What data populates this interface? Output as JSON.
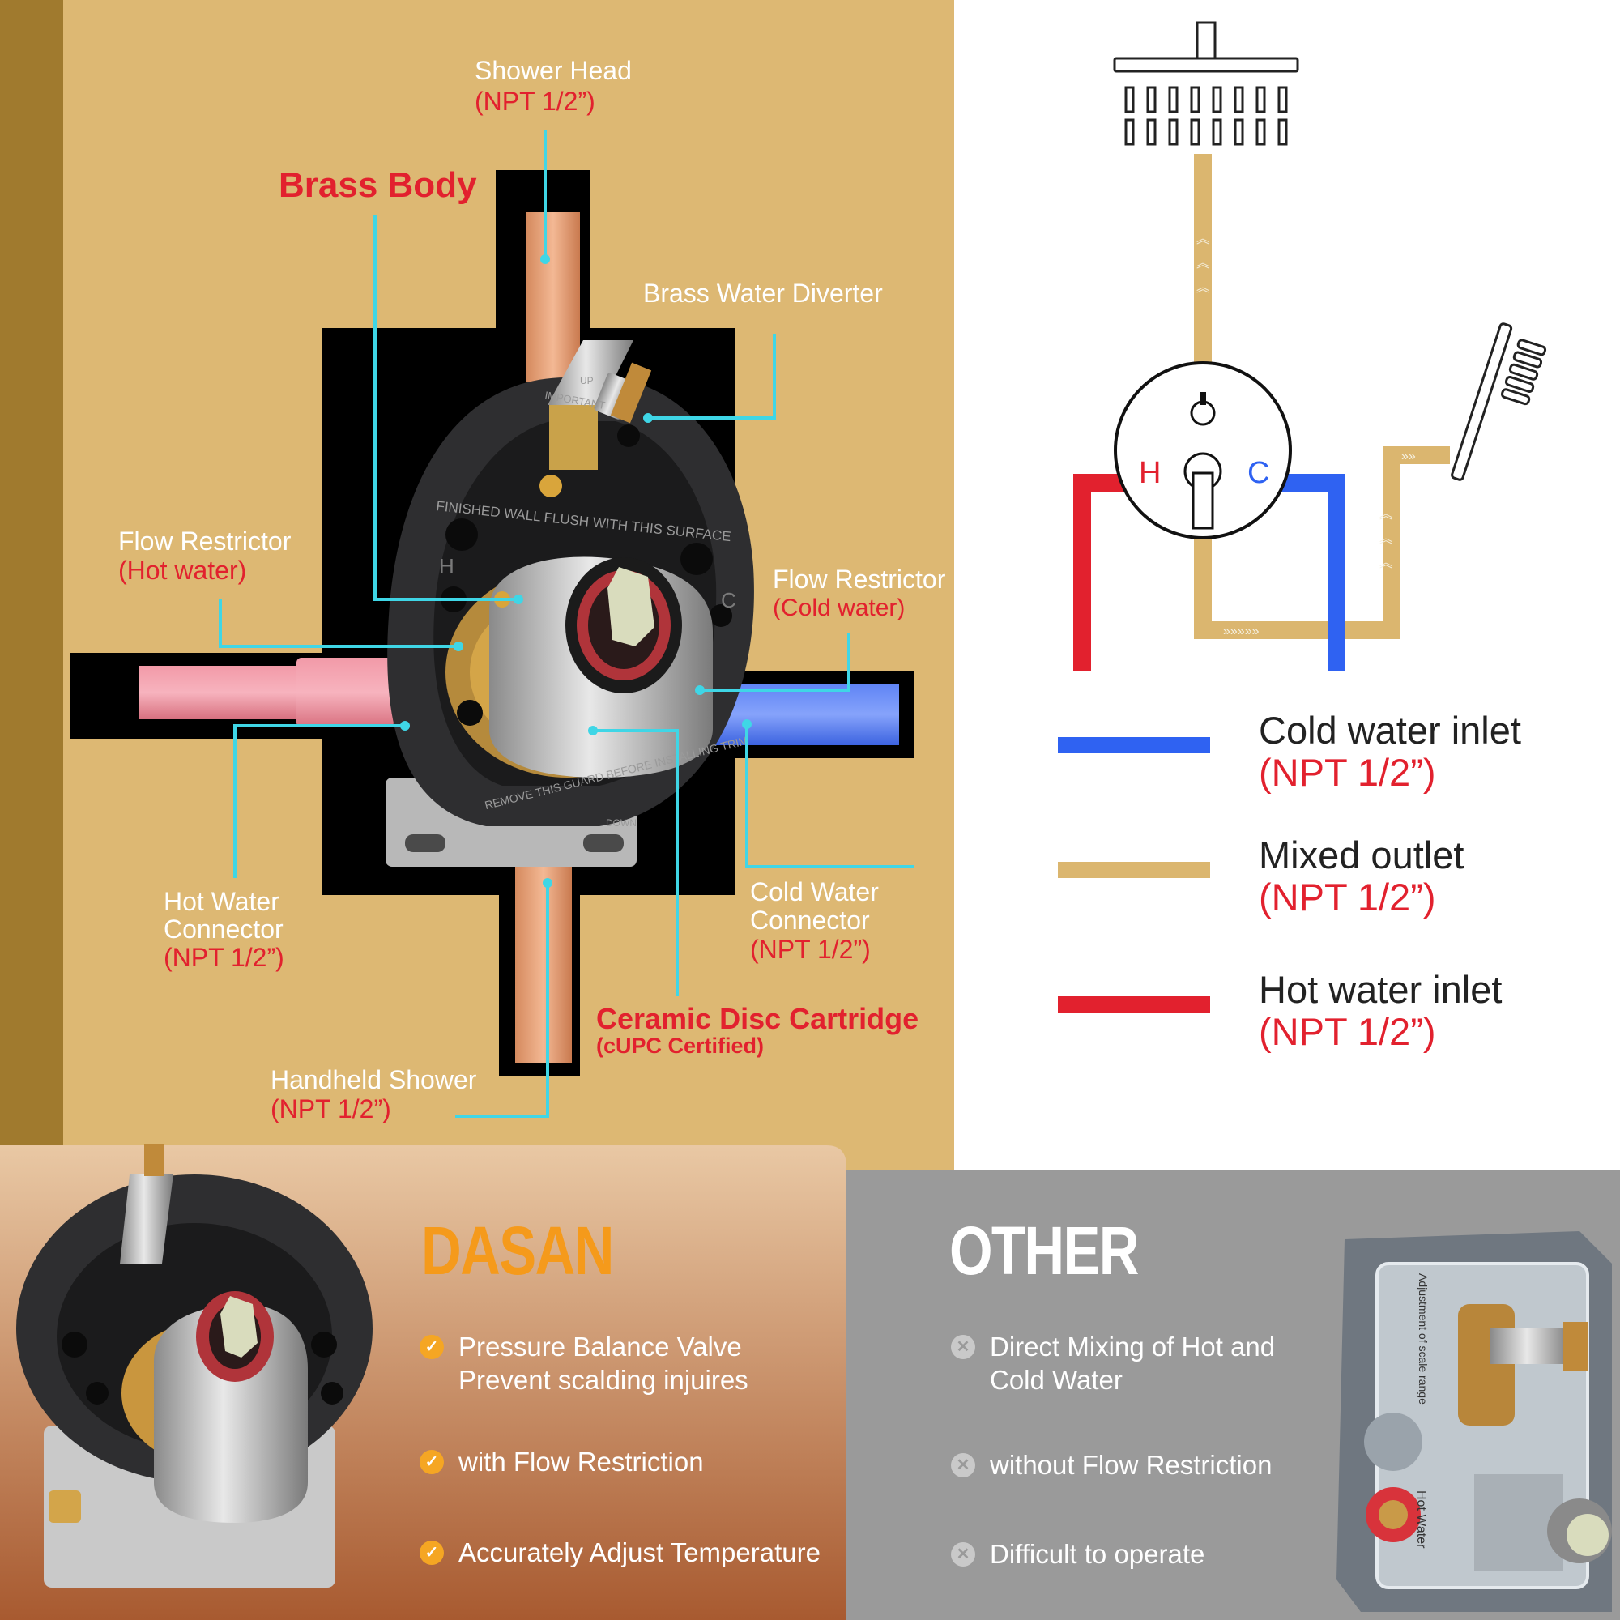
{
  "labels": {
    "shower_head": "Shower Head",
    "shower_head_npt": "(NPT 1/2”)",
    "brass_body": "Brass Body",
    "brass_water_diverter": "Brass Water Diverter",
    "flow_restrictor_hot": "Flow Restrictor",
    "flow_restrictor_hot_sub": "(Hot water)",
    "flow_restrictor_cold": "Flow Restrictor",
    "flow_restrictor_cold_sub": "(Cold water)",
    "hot_water_connector_1": "Hot Water",
    "hot_water_connector_2": "Connector",
    "hot_water_connector_npt": "(NPT 1/2”)",
    "cold_water_connector_1": "Cold Water",
    "cold_water_connector_2": "Connector",
    "cold_water_connector_npt": "(NPT 1/2”)",
    "ceramic_disc_cartridge": "Ceramic Disc Cartridge",
    "ceramic_disc_sub": "(cUPC Certified)",
    "handheld_shower": "Handheld Shower",
    "handheld_shower_npt": "(NPT 1/2”)"
  },
  "valve_markings": {
    "finished_wall": "FINISHED WALL FLUSH WITH THIS SURFACE",
    "remove_guard": "REMOVE THIS GUARD BEFORE INSTALLING TRIM",
    "important": "IMPORTANT",
    "up": "UP",
    "down": "DOWN",
    "h": "H",
    "c": "C"
  },
  "schematic": {
    "hot_letter": "H",
    "cold_letter": "C"
  },
  "legend": [
    {
      "label": "Cold water inlet",
      "npt": "(NPT 1/2”)",
      "color": "#2f62f2"
    },
    {
      "label": "Mixed outlet",
      "npt": "(NPT 1/2”)",
      "color": "#dbb66f"
    },
    {
      "label": "Hot water inlet",
      "npt": "(NPT 1/2”)",
      "color": "#e2212e"
    }
  ],
  "comparison": {
    "dasan": {
      "title": "DASAN",
      "features": [
        "Pressure Balance Valve\nPrevent scalding injuires",
        "with Flow Restriction",
        "Accurately Adjust Temperature"
      ]
    },
    "other": {
      "title": "OTHER",
      "features": [
        "Direct Mixing of Hot and\nCold Water",
        "without Flow Restriction",
        "Difficult to operate"
      ],
      "box_label_hot": "Hot Water",
      "box_label_range": "Adjustment of scale range"
    }
  },
  "colors": {
    "tan_background": "#ddb873",
    "dark_gold_edge": "#a07a2e",
    "cold": "#2f62f2",
    "hot": "#e2212e",
    "mixed": "#dbb66f",
    "leader": "#3fd6e6",
    "accent_orange": "#f5a623",
    "grey_panel": "#9a9a9a"
  }
}
